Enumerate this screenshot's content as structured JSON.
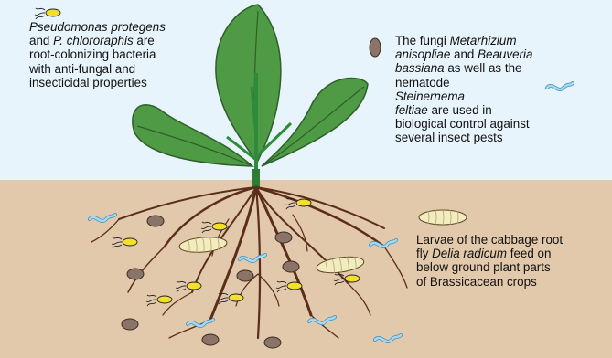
{
  "bacteria_text": {
    "line1": "Pseudomonas protegens",
    "line2_a": "and ",
    "line2_b": "P. chlororaphis",
    "line2_c": "  are",
    "line3": "root-colonizing bacteria",
    "line4": "with anti-fungal and",
    "line5": "insecticidal properties"
  },
  "fungi_text": {
    "line1_a": "The fungi ",
    "line1_b": "Metarhizium",
    "line2_a": "anisopliae",
    "line2_b": " and ",
    "line2_c": "Beauveria",
    "line3_a": "bassiana",
    "line3_b": " as well as the",
    "line4": "nematode ",
    "line5_a": "Steinernema",
    "line6_a": "feltiae",
    "line6_b": " are used in",
    "line7": "biological control against",
    "line8": "several insect pests"
  },
  "larvae_text": {
    "line1": "Larvae of the cabbage root",
    "line2_a": "fly ",
    "line2_b": "Delia radicum",
    "line2_c": " feed on",
    "line3": "below ground plant parts",
    "line4": "of Brassicacean crops"
  },
  "colors": {
    "sky": "#e8f4fb",
    "soil": "#e3c9ab",
    "leaf": "#4f9a45",
    "leaf_edge": "#2f5f2a",
    "stem": "#2e8b3a",
    "root": "#5a2e1a",
    "bacterium": "#f4e02a",
    "spore": "#8a7468",
    "nematode": "#a8d8f0",
    "larva": "#f3ecc0"
  }
}
